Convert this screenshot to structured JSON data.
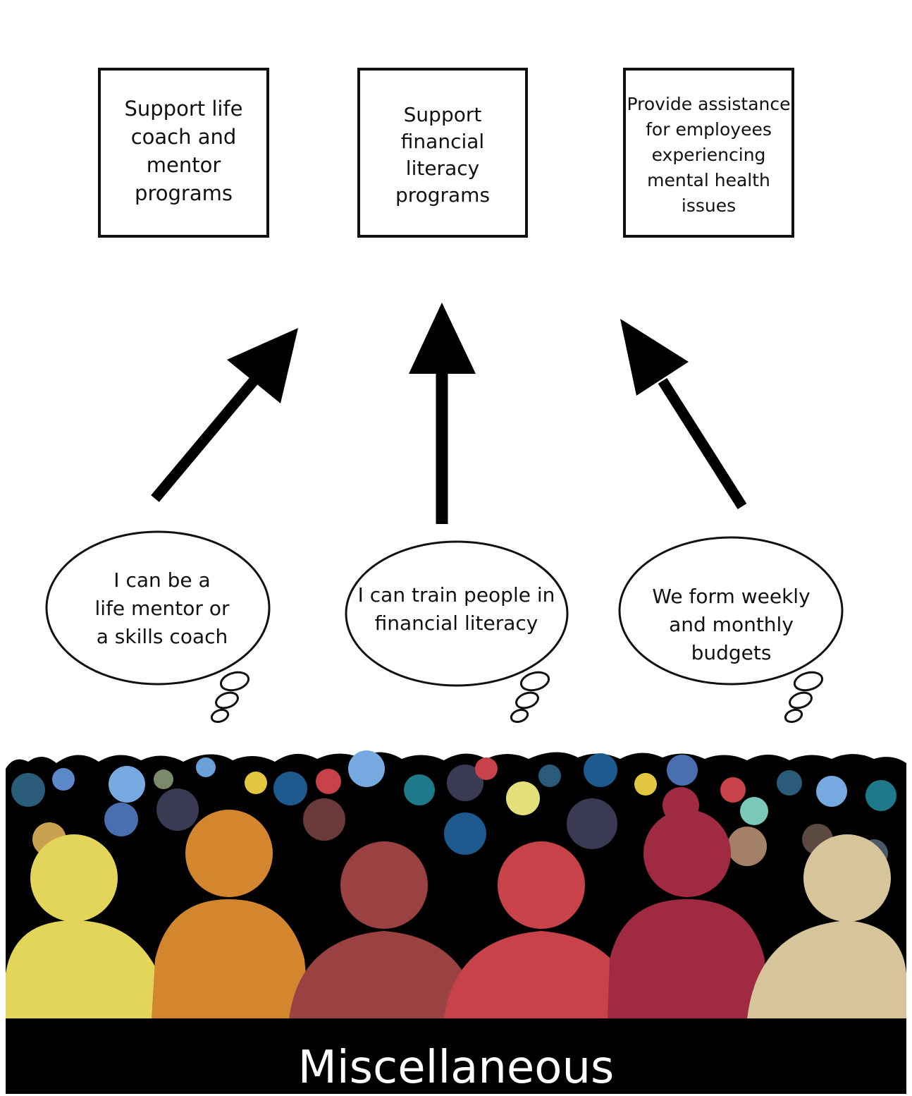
{
  "boxes": [
    {
      "lines": [
        "Support life",
        "coach and",
        "mentor",
        "programs"
      ]
    },
    {
      "lines": [
        "Support financial",
        "literacy",
        "programs"
      ]
    },
    {
      "lines": [
        "Provide assistance",
        "for employees",
        "experiencing",
        "mental health",
        "issues"
      ]
    }
  ],
  "thoughts": [
    {
      "lines": [
        "I can be a",
        "life mentor or",
        "a skills coach"
      ]
    },
    {
      "lines": [
        "I can train people in",
        "financial literacy"
      ]
    },
    {
      "lines": [
        "We form weekly",
        "and monthly",
        "budgets"
      ]
    }
  ],
  "footer": {
    "label": "Miscellaneous"
  },
  "colors": {
    "outline": "#111111",
    "crowd_background": "#000000",
    "people": [
      "#e3d55a",
      "#d4862f",
      "#9a4242",
      "#c8424a",
      "#a02a42",
      "#d6c59a"
    ]
  }
}
